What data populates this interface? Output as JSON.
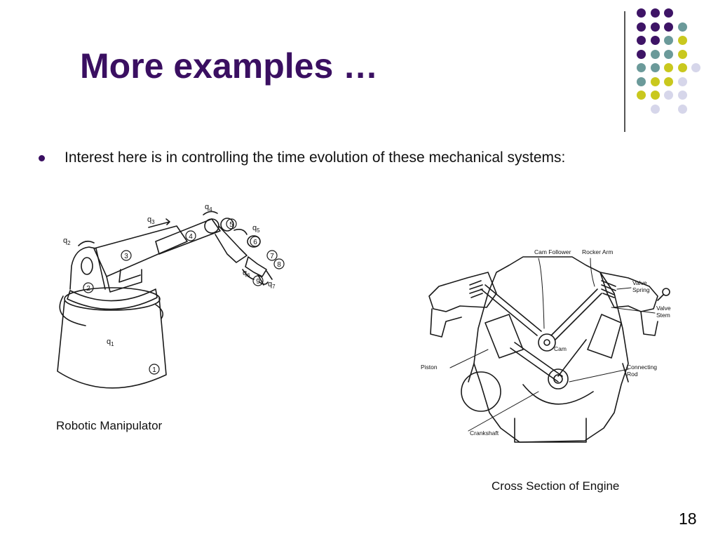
{
  "slide": {
    "title": "More examples …",
    "bullet": "Interest here is in controlling the time evolution of these mechanical systems:",
    "page_number": "18"
  },
  "colors": {
    "title": "#3a0f61",
    "dot_purple": "#3e1466",
    "dot_teal": "#6b9a9a",
    "dot_yellow": "#c9c81e",
    "dot_lavender": "#d6d6ea"
  },
  "decoration": {
    "dots": [
      [
        "purple",
        "purple",
        "purple",
        ""
      ],
      [
        "purple",
        "purple",
        "purple",
        "teal"
      ],
      [
        "purple",
        "purple",
        "teal",
        "yellow"
      ],
      [
        "purple",
        "teal",
        "teal",
        "yellow"
      ],
      [
        "teal",
        "teal",
        "yellow",
        "yellow",
        "lavender"
      ],
      [
        "teal",
        "yellow",
        "yellow",
        "lavender"
      ],
      [
        "yellow",
        "yellow",
        "lavender",
        "lavender"
      ],
      [
        "",
        "lavender",
        "",
        "lavender"
      ]
    ]
  },
  "robot": {
    "caption": "Robotic Manipulator",
    "labels": {
      "q1": "q",
      "q1_sub": "1",
      "q2": "q",
      "q2_sub": "2",
      "q3": "q",
      "q3_sub": "3",
      "q4": "q",
      "q4_sub": "4",
      "q5": "q",
      "q5_sub": "5",
      "q6": "q",
      "q6_sub": "6",
      "q7": "q",
      "q7_sub": "7",
      "n1": "1",
      "n2": "2",
      "n3": "3",
      "n4": "4",
      "n5": "5",
      "n6": "6",
      "n7": "7",
      "n8": "8",
      "n9": "9"
    }
  },
  "engine": {
    "caption": "Cross Section of Engine",
    "labels": {
      "cam_follower": "Cam Follower",
      "rocker_arm": "Rocker Arm",
      "valve_spring_1": "Valve",
      "valve_spring_2": "Spring",
      "valve_stem_1": "Valve",
      "valve_stem_2": "Stem",
      "cam": "Cam",
      "piston": "Piston",
      "connecting_rod_1": "Connecting",
      "connecting_rod_2": "Rod",
      "crankshaft": "Crankshaft"
    }
  }
}
